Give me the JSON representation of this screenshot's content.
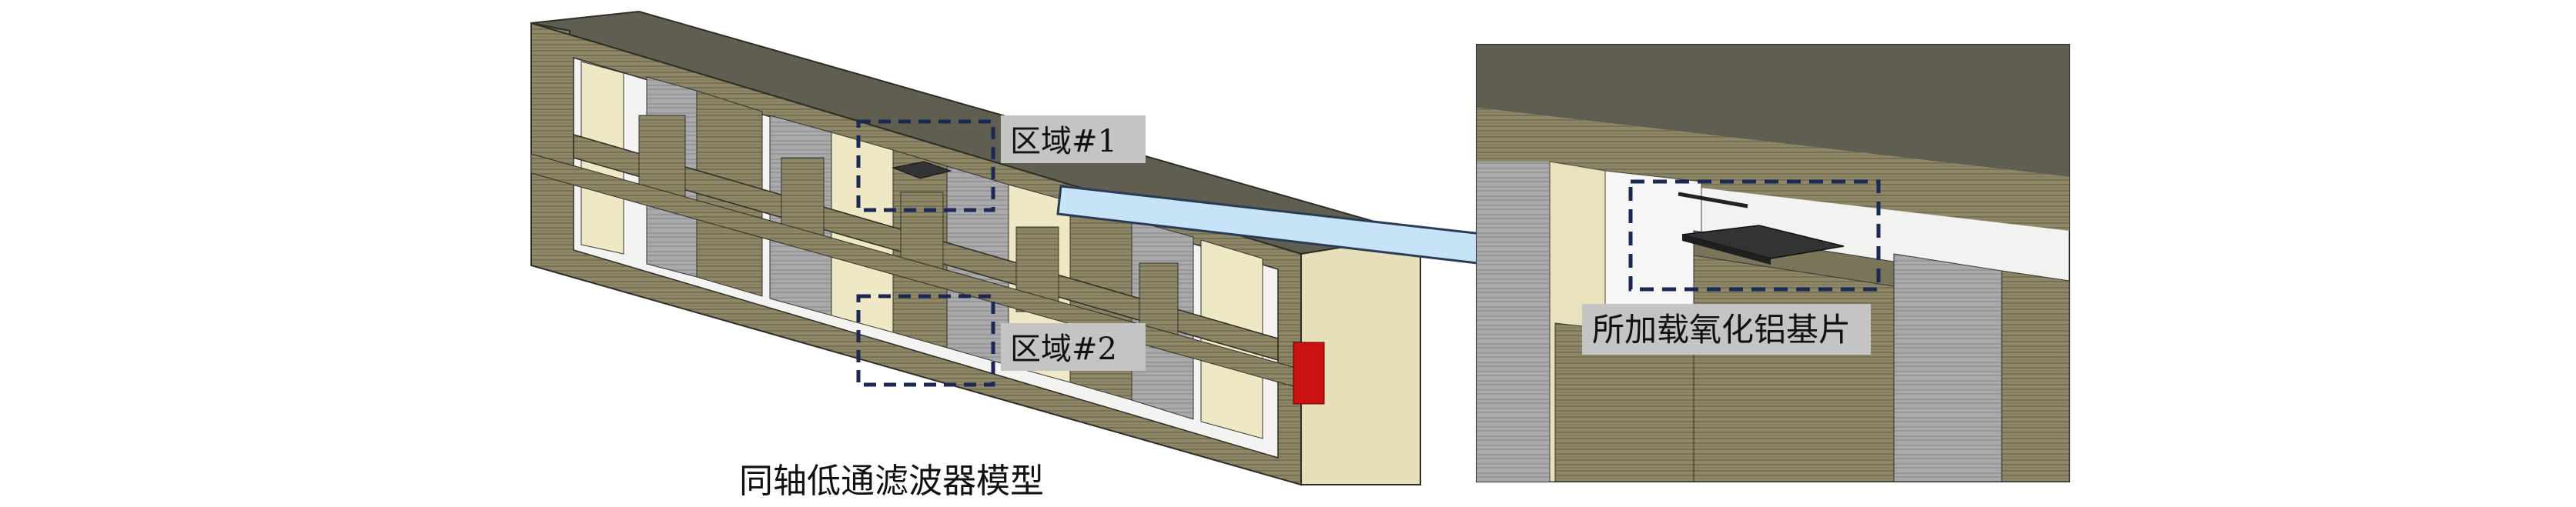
{
  "figure": {
    "caption_left": "同轴低通滤波器模型",
    "region1_label": "区域#1",
    "region2_label": "区域#2",
    "substrate_label": "所加载氧化铝基片"
  },
  "colors": {
    "wood": "#8f8866",
    "wood_dark": "#6f6a4f",
    "top_face": "#5f5e50",
    "grey": "#a9a9ab",
    "cream": "#e6dfb8",
    "white": "#f4f4f2",
    "dashed_box": "#1a2a55",
    "arrow_fill": "#c7e3f7",
    "arrow_stroke": "#2a3b56",
    "label_bg": "#c4c4c4",
    "port_red": "#cc1111",
    "substrate_dark": "#333333"
  }
}
